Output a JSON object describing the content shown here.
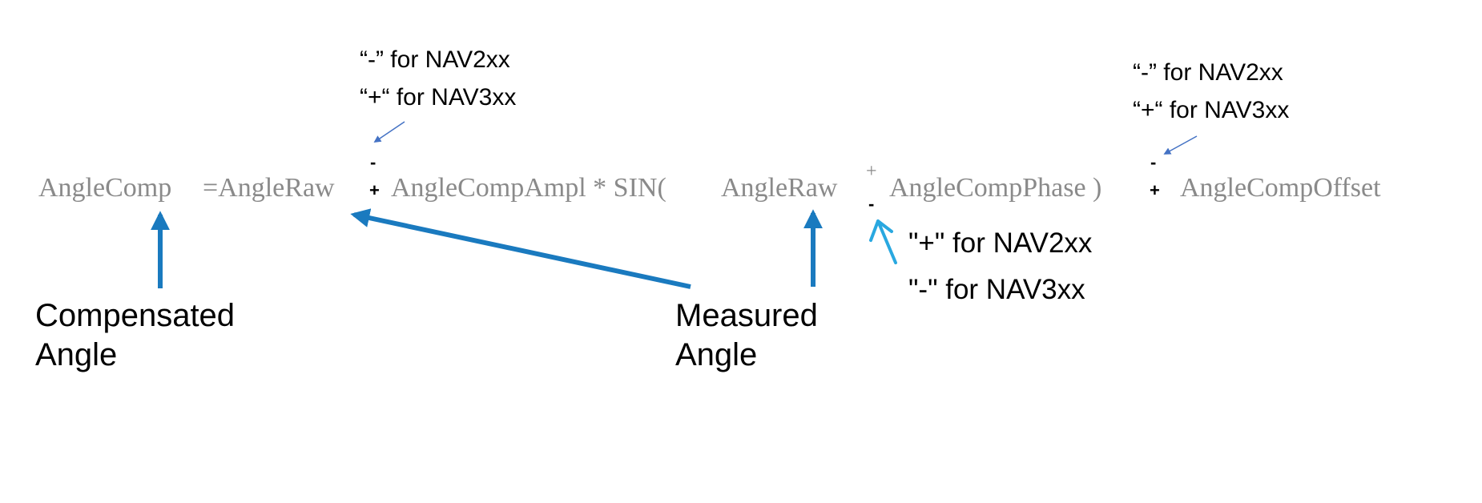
{
  "formula": {
    "angle_comp": "AngleComp",
    "equals_raw": "=AngleRaw",
    "amp_sin": "AngleCompAmpl * SIN(",
    "angle_raw": "AngleRaw",
    "phase_close": "AngleCompPhase )",
    "offset": "AngleCompOffset"
  },
  "signs": {
    "amp_top": "-",
    "amp_bottom": "+",
    "phase_top": "+",
    "phase_bottom": "-",
    "offset_top": "-",
    "offset_bottom": "+"
  },
  "notes": {
    "amp_sign_nav2": "“-” for NAV2xx",
    "amp_sign_nav3": "“+“ for NAV3xx",
    "offset_sign_nav2": "“-” for NAV2xx",
    "offset_sign_nav3": "“+“ for NAV3xx",
    "phase_sign_nav2": "\"+\" for NAV2xx",
    "phase_sign_nav3": "\"-\" for NAV3xx"
  },
  "labels": {
    "compensated_line1": "Compensated",
    "compensated_line2": "Angle",
    "measured_line1": "Measured",
    "measured_line2": "Angle"
  },
  "colors": {
    "arrow_dark": "#1a7abf",
    "arrow_light": "#29a8e0",
    "pointer_small": "#4472c4",
    "formula_text": "#8a8a8a"
  }
}
